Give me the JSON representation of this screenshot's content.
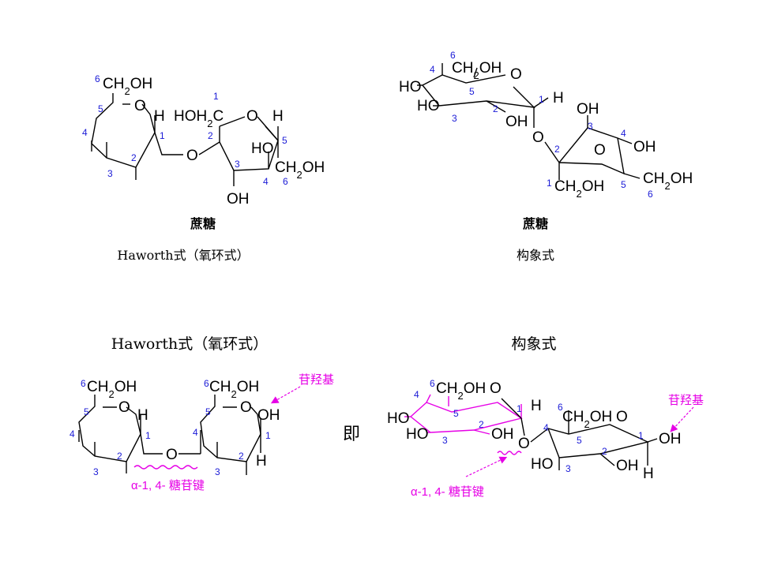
{
  "top_left": {
    "name": "蔗糖",
    "caption": "Haworth式（氧环式）",
    "atoms": {
      "glc_ch2oh": "CH2OH",
      "glc_o": "O",
      "glc_h": "H",
      "link_o": "O",
      "fru_hoh2c": "HOH2C",
      "fru_o": "O",
      "fru_h": "H",
      "fru_ho": "HO",
      "fru_ch2oh": "CH2OH",
      "fru_oh": "OH"
    },
    "numbers": {
      "g6": "6",
      "g5": "5",
      "g4": "4",
      "g3": "3",
      "g2": "2",
      "g1": "1",
      "f1": "1",
      "f2": "2",
      "f3": "3",
      "f4": "4",
      "f5": "5",
      "f6": "6"
    }
  },
  "top_right": {
    "name": "蔗糖",
    "caption": "构象式",
    "atoms": {
      "ch2oh": "CH2OH",
      "o_ring": "O",
      "ho4": "HO",
      "ho3": "HO",
      "oh2": "OH",
      "h1": "H",
      "link_o": "O",
      "f_oh3": "OH",
      "f_o": "O",
      "f_oh4": "OH",
      "f_ch2oh1": "CH2OH",
      "f_ch2oh6": "CH2OH"
    },
    "numbers": {
      "n6": "6",
      "n4": "4",
      "n5": "5",
      "n3": "3",
      "n2": "2",
      "n1": "1",
      "f3": "3",
      "f4": "4",
      "f2": "2",
      "f1": "1",
      "f5": "5",
      "f6": "6"
    }
  },
  "bottom_left": {
    "caption": "Haworth式（氧环式）",
    "label_glycosidic_hydroxyl": "苷羟基",
    "label_bond": "α-1, 4- 糖苷键",
    "atoms": {
      "a_ch2oh": "CH2OH",
      "a_o": "O",
      "a_h": "H",
      "link_o": "O",
      "b_ch2oh": "CH2OH",
      "b_o": "O",
      "b_oh": "OH",
      "b_h": "H"
    },
    "numbers": {
      "a6": "6",
      "a5": "5",
      "a4": "4",
      "a3": "3",
      "a2": "2",
      "a1": "1",
      "b6": "6",
      "b5": "5",
      "b4": "4",
      "b3": "3",
      "b2": "2",
      "b1": "1"
    }
  },
  "middle": {
    "ji": "即"
  },
  "bottom_right": {
    "caption": "构象式",
    "label_glycosidic_hydroxyl": "苷羟基",
    "label_bond": "α-1, 4- 糖苷键",
    "atoms": {
      "a_ch2oh": "CH2OH",
      "a_o": "O",
      "a_ho4": "HO",
      "a_ho3": "HO",
      "a_oh2": "OH",
      "a_h": "H",
      "link_o": "O",
      "b_ch2oh": "CH2OH",
      "b_o": "O",
      "b_ho3": "HO",
      "b_oh2": "OH",
      "b_oh1": "OH",
      "b_h": "H"
    },
    "numbers": {
      "a6": "6",
      "a4": "4",
      "a5": "5",
      "a3": "3",
      "a2": "2",
      "a1": "1",
      "b6": "6",
      "b4": "4",
      "b5": "5",
      "b3": "3",
      "b2": "2",
      "b1": "1"
    }
  },
  "colors": {
    "number_blue": "#1a1ad6",
    "highlight_magenta": "#e600e6"
  }
}
